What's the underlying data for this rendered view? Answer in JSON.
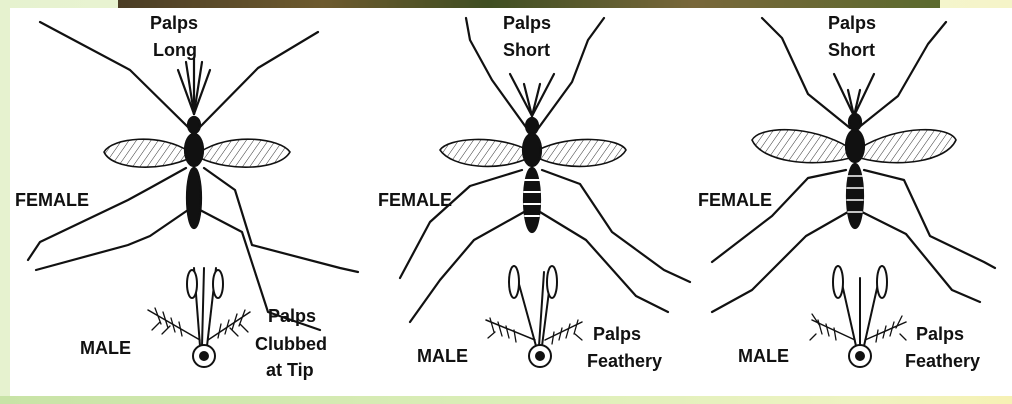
{
  "panels": [
    {
      "top_label_line1": "Palps",
      "top_label_line2": "Long",
      "female_label": "FEMALE",
      "male_label": "MALE",
      "male_palps_line1": "Palps",
      "male_palps_line2": "Clubbed",
      "male_palps_line3": "at Tip"
    },
    {
      "top_label_line1": "Palps",
      "top_label_line2": "Short",
      "female_label": "FEMALE",
      "male_label": "MALE",
      "male_palps_line1": "Palps",
      "male_palps_line2": "Feathery"
    },
    {
      "top_label_line1": "Palps",
      "top_label_line2": "Short",
      "female_label": "FEMALE",
      "male_label": "MALE",
      "male_palps_line1": "Palps",
      "male_palps_line2": "Feathery"
    }
  ]
}
